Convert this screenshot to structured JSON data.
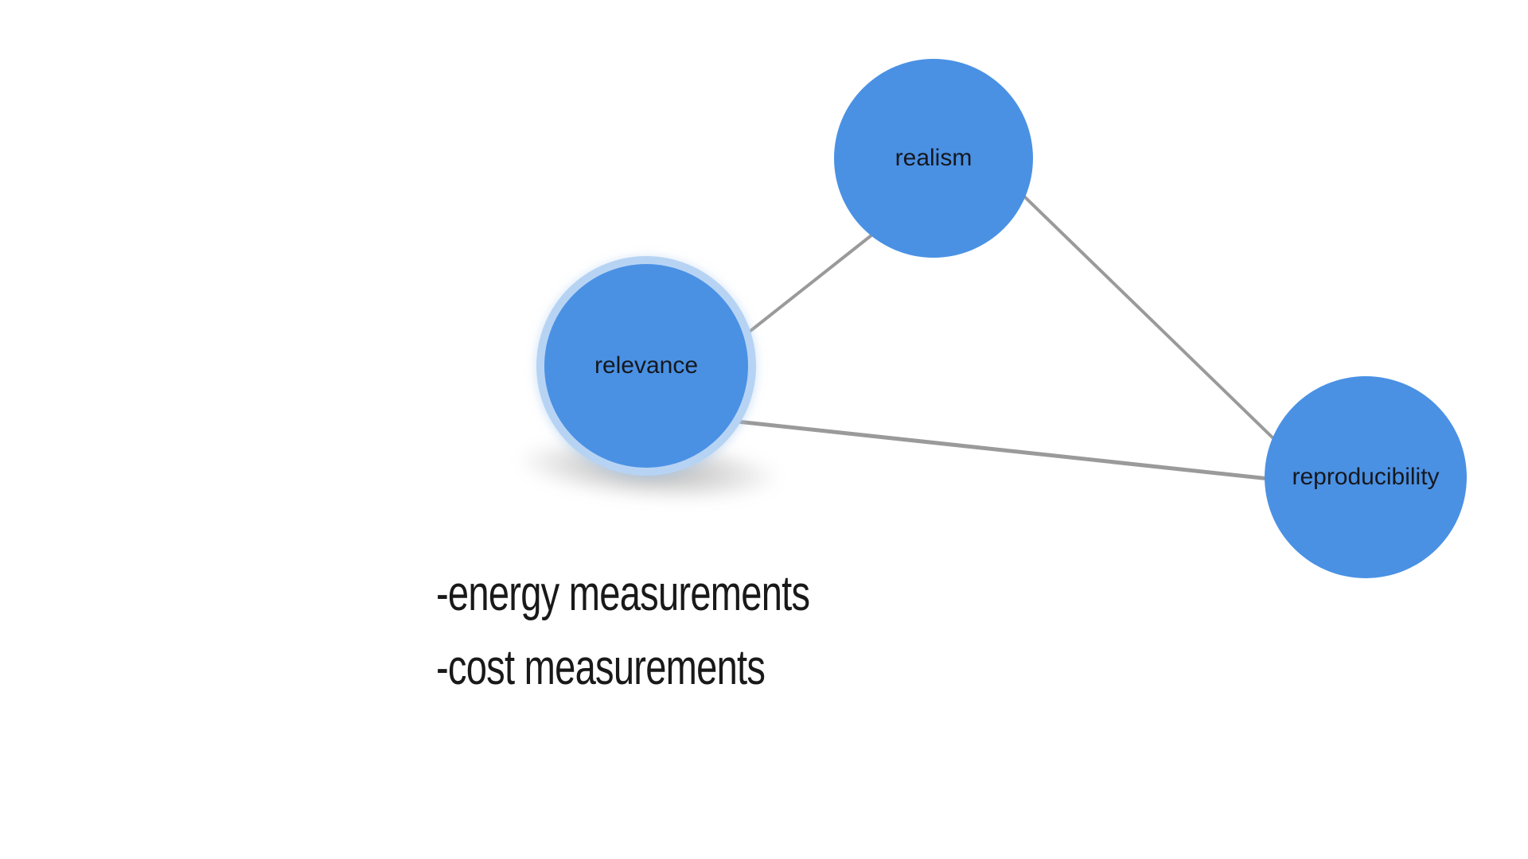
{
  "diagram": {
    "nodes": [
      {
        "id": "realism",
        "label": "realism",
        "selected": false
      },
      {
        "id": "relevance",
        "label": "relevance",
        "selected": true
      },
      {
        "id": "reproducibility",
        "label": "reproducibility",
        "selected": false
      }
    ],
    "edges": [
      {
        "from": "relevance",
        "to": "realism"
      },
      {
        "from": "realism",
        "to": "reproducibility"
      },
      {
        "from": "relevance",
        "to": "reproducibility"
      }
    ],
    "colors": {
      "node_fill": "#4a91e4",
      "selection_halo": "#b7d3f4",
      "edge": "#9a9a9a",
      "label": "#15181e"
    }
  },
  "notes": {
    "lines": [
      "-energy measurements",
      "-cost measurements"
    ],
    "color": "#191919"
  }
}
